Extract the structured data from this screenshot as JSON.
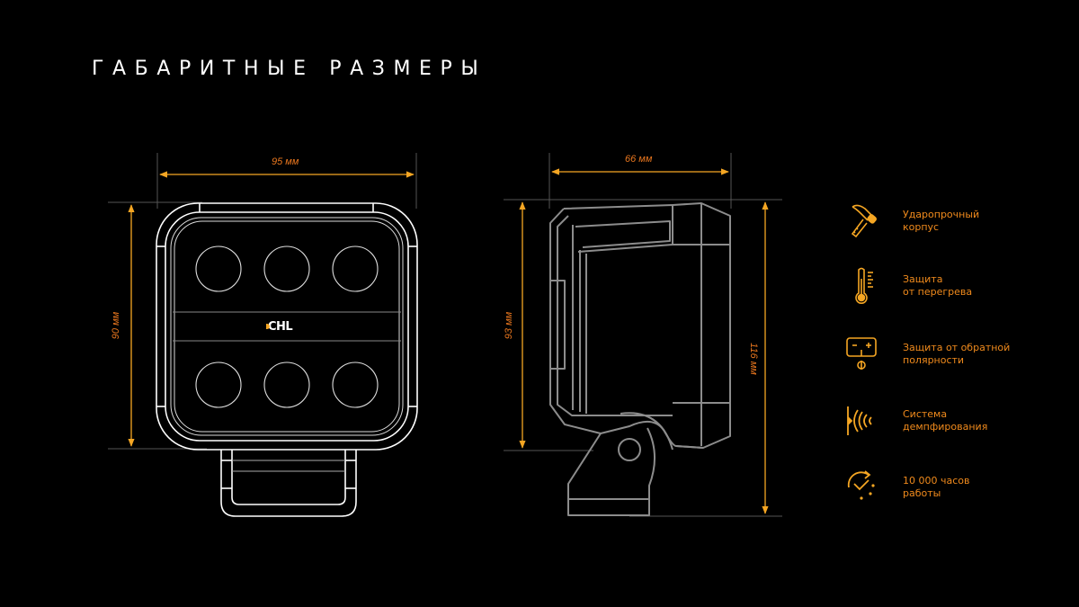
{
  "title": "ГАБАРИТНЫЕ РАЗМЕРЫ",
  "colors": {
    "background": "#000000",
    "accent": "#f5a623",
    "label": "#e8761e",
    "feature_text": "#f08a1c",
    "front_outline": "#ffffff",
    "side_outline": "#8c8c8c"
  },
  "front_view": {
    "brand_logo": "CHL",
    "led_count": 6,
    "dimensions": {
      "width": "95 мм",
      "height": "90 мм"
    }
  },
  "side_view": {
    "dimensions": {
      "depth": "66 мм",
      "body_height": "93 мм",
      "total_height": "116 мм"
    }
  },
  "features": [
    {
      "icon": "hammer-icon",
      "line1": "Ударопрочный",
      "line2": "корпус"
    },
    {
      "icon": "thermometer-icon",
      "line1": "Защита",
      "line2": "от перегрева"
    },
    {
      "icon": "battery-polarity-icon",
      "line1": "Защита от обратной",
      "line2": "полярности"
    },
    {
      "icon": "vibration-damping-icon",
      "line1": "Система",
      "line2": "демпфирования"
    },
    {
      "icon": "clock-check-icon",
      "line1": "10 000 часов",
      "line2": "работы"
    }
  ]
}
